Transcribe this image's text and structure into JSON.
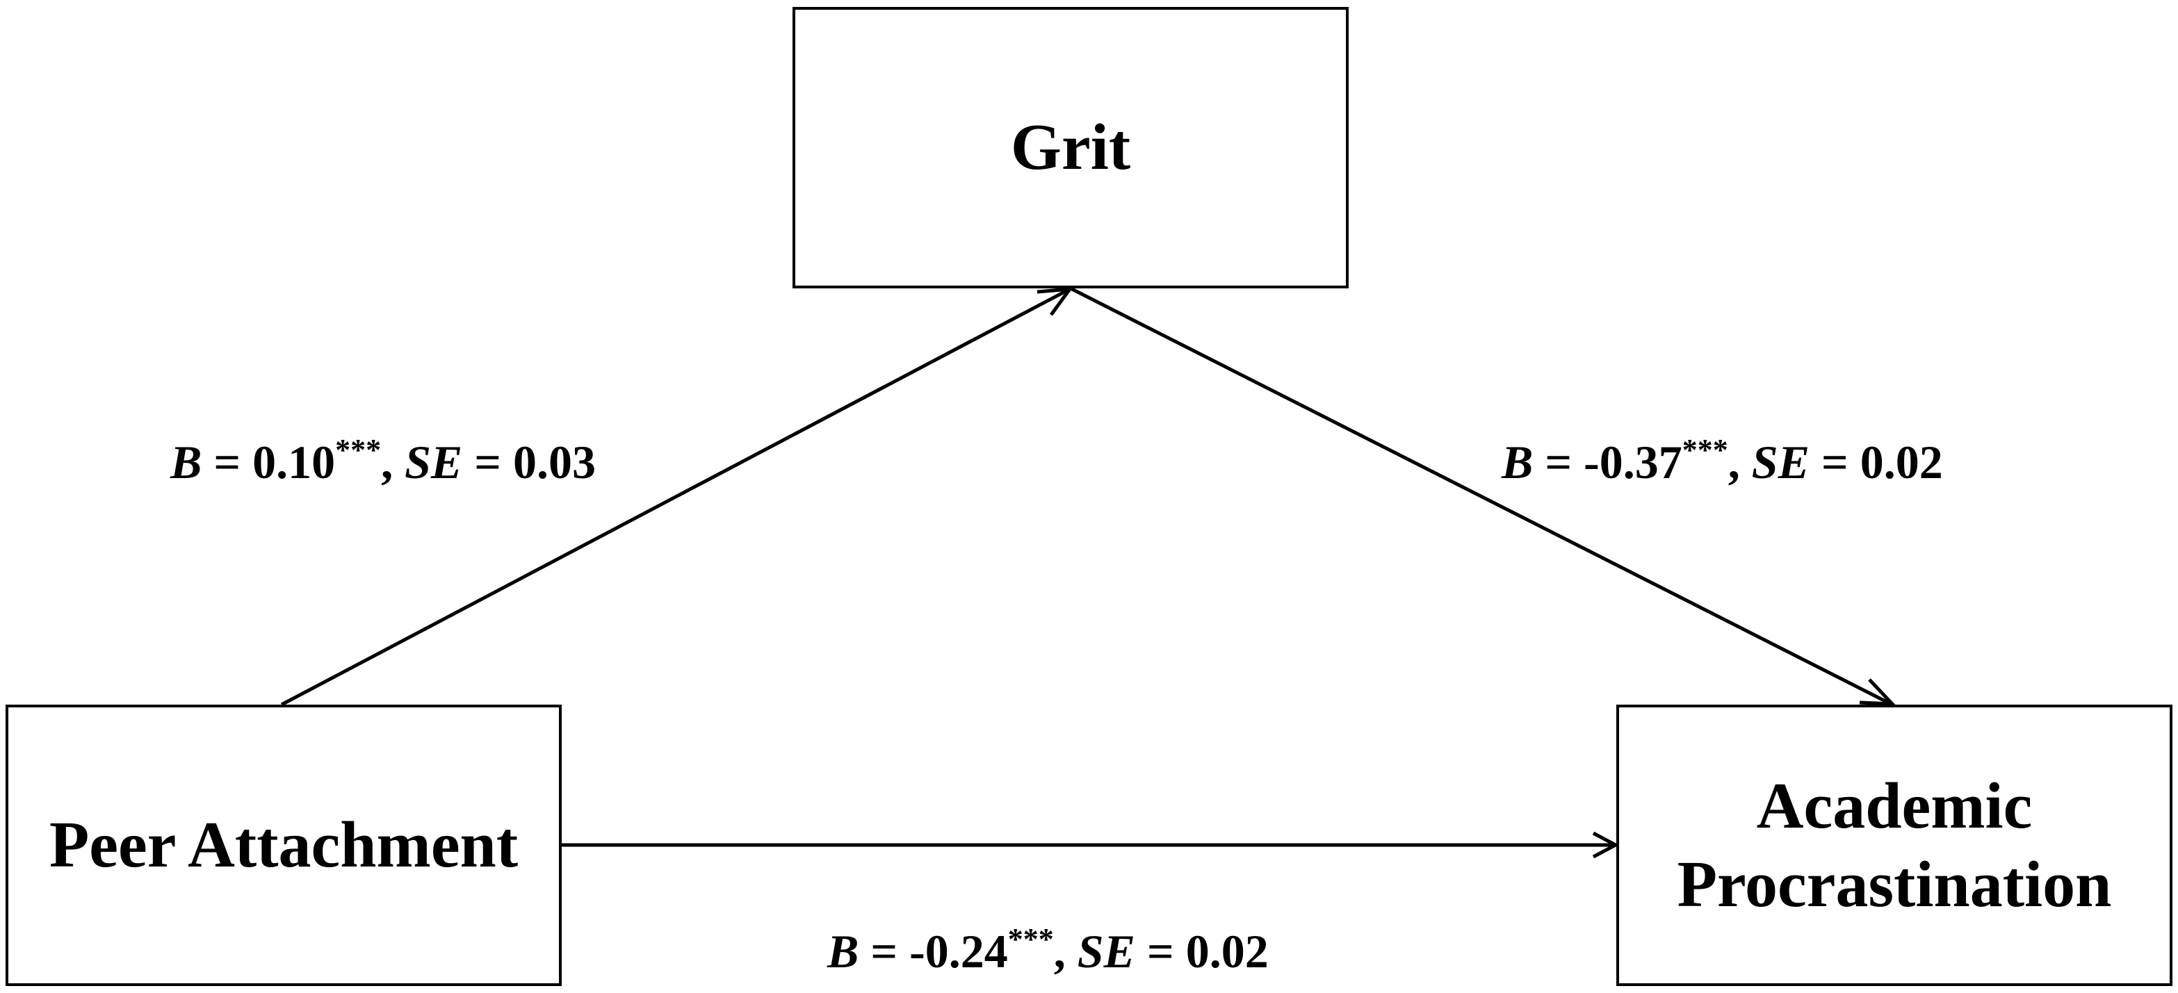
{
  "diagram": {
    "nodes": {
      "mediator": {
        "label_line1": "Grit",
        "label_line2": ""
      },
      "predictor": {
        "label_line1": "Peer Attachment",
        "label_line2": ""
      },
      "outcome": {
        "label_line1": "Academic",
        "label_line2": "Procrastination"
      }
    },
    "paths": {
      "a": {
        "from": "Peer Attachment",
        "to": "Grit",
        "b_symbol": "B",
        "eq1": " = 0.10",
        "stars": "***",
        "sep": ", ",
        "se_symbol": "SE",
        "eq2": " = 0.03"
      },
      "b": {
        "from": "Grit",
        "to": "Academic Procrastination",
        "b_symbol": "B",
        "eq1": " = -0.37",
        "stars": "***",
        "sep": ", ",
        "se_symbol": "SE",
        "eq2": " = 0.02"
      },
      "c": {
        "from": "Peer Attachment",
        "to": "Academic Procrastination",
        "b_symbol": "B",
        "eq1": " = -0.24",
        "stars": "***",
        "sep": ", ",
        "se_symbol": "SE",
        "eq2": " = 0.02"
      }
    },
    "colors": {
      "stroke": "#000000",
      "background": "#ffffff"
    }
  }
}
